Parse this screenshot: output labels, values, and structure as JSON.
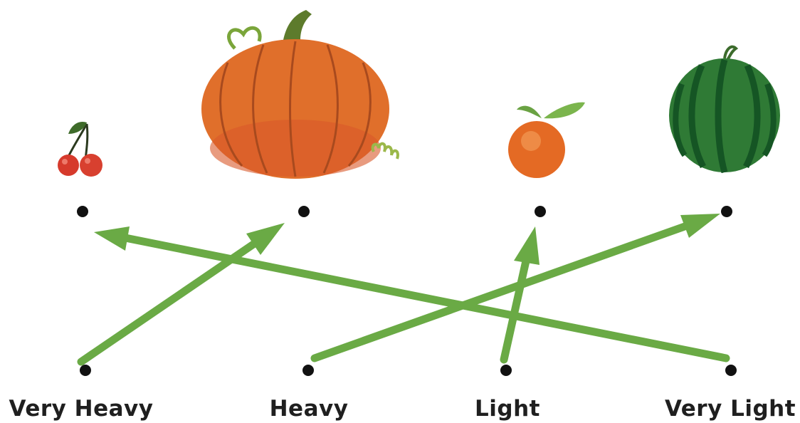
{
  "activity": {
    "fruits": [
      {
        "name": "cherries",
        "icon": "cherries-icon"
      },
      {
        "name": "pumpkin",
        "icon": "pumpkin-icon"
      },
      {
        "name": "orange",
        "icon": "orange-icon"
      },
      {
        "name": "watermelon",
        "icon": "watermelon-icon"
      }
    ],
    "labels": [
      "Very Heavy",
      "Heavy",
      "Light",
      "Very Light"
    ],
    "matches": [
      {
        "from": "Very Heavy",
        "to": "pumpkin"
      },
      {
        "from": "Heavy",
        "to": "watermelon"
      },
      {
        "from": "Light",
        "to": "orange"
      },
      {
        "from": "Very Light",
        "to": "cherries"
      }
    ],
    "colors": {
      "arrow": "#6aaa45",
      "dot": "#111111",
      "label": "#1f1f1f"
    }
  }
}
